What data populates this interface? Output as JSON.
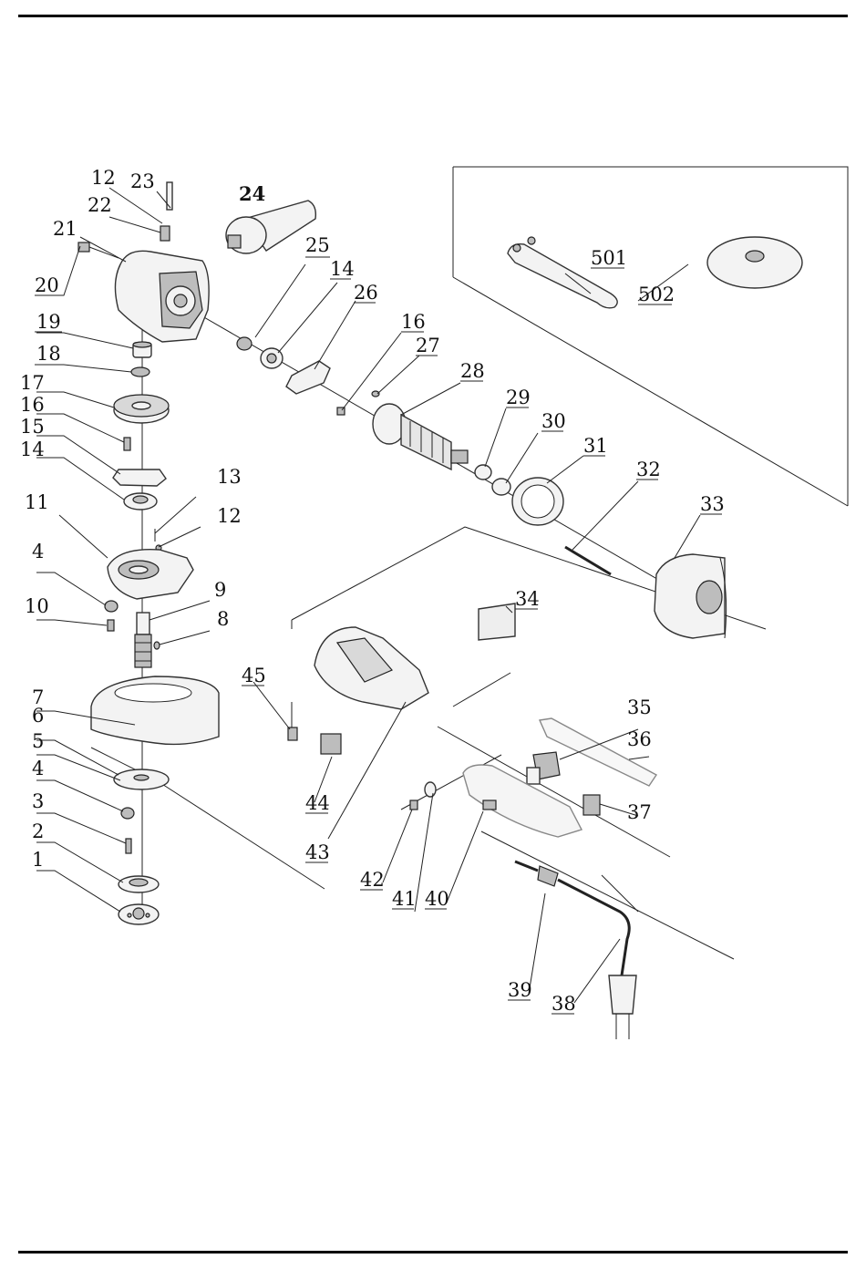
{
  "diagram": {
    "labels": {
      "l1": "1",
      "l2": "2",
      "l3": "3",
      "l4a": "4",
      "l4b": "4",
      "l5": "5",
      "l6": "6",
      "l7": "7",
      "l8": "8",
      "l9": "9",
      "l10": "10",
      "l11": "11",
      "l12a": "12",
      "l12b": "12",
      "l13": "13",
      "l14a": "14",
      "l14b": "14",
      "l15": "15",
      "l16a": "16",
      "l16b": "16",
      "l17": "17",
      "l18": "18",
      "l19": "19",
      "l20": "20",
      "l21": "21",
      "l22": "22",
      "l23": "23",
      "l24": "24",
      "l25": "25",
      "l26": "26",
      "l27": "27",
      "l28": "28",
      "l29": "29",
      "l30": "30",
      "l31": "31",
      "l32": "32",
      "l33": "33",
      "l34": "34",
      "l35": "35",
      "l36": "36",
      "l37": "37",
      "l38": "38",
      "l39": "39",
      "l40": "40",
      "l41": "41",
      "l42": "42",
      "l43": "43",
      "l44": "44",
      "l45": "45",
      "l501": "501",
      "l502": "502"
    }
  }
}
